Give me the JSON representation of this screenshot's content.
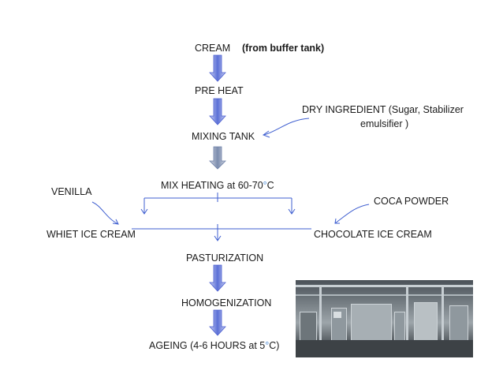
{
  "flow": {
    "cream": "CREAM",
    "cream_note": "(from buffer tank)",
    "pre_heat": "PRE HEAT",
    "dry_ingredient_line1": "DRY INGREDIENT (Sugar, Stabilizer",
    "dry_ingredient_line2": "emulsifier  )",
    "mixing_tank": "MIXING TANK",
    "mix_heating_pre": "MIX HEATING at 60-70",
    "mix_heating_deg": "°",
    "mix_heating_post": "C",
    "venilla": "VENILLA",
    "coca_powder": "COCA POWDER",
    "white_ice_cream": "WHIET ICE CREAM",
    "chocolate_ice_cream": "CHOCOLATE ICE CREAM",
    "pasturization": "PASTURIZATION",
    "homogenization": "HOMOGENIZATION",
    "ageing_pre": "AGEING (4-6 HOURS at 5",
    "ageing_deg": "°",
    "ageing_post": "C)"
  },
  "colors": {
    "arrow_fill": "#5b6fd6",
    "line": "#3f5fd0",
    "text": "#1a1a1a",
    "degree": "#4a8cd8"
  },
  "photo": {
    "icon": "processing-plant-photo"
  }
}
